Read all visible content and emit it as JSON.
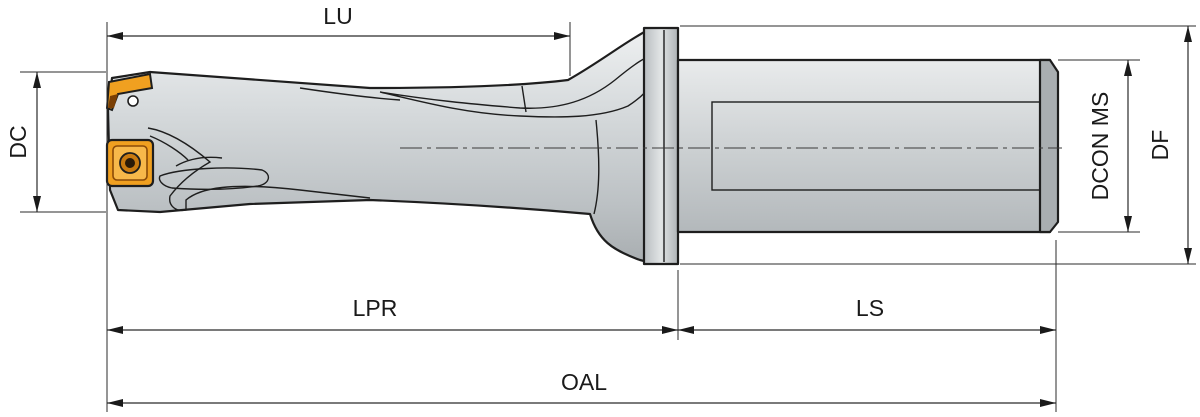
{
  "drawing": {
    "subject": "indexable-insert-drill",
    "colors": {
      "steel": "#c9cdd0",
      "steel_light": "#e3e6e8",
      "steel_dark": "#9ca2a6",
      "insert": "#f0a020",
      "insert_dark": "#8a4a08",
      "line": "#1e1e1e"
    },
    "labels": {
      "lu": "LU",
      "dc": "DC",
      "lpr": "LPR",
      "ls": "LS",
      "oal": "OAL",
      "dcon_ms": "DCON MS",
      "df": "DF"
    }
  }
}
